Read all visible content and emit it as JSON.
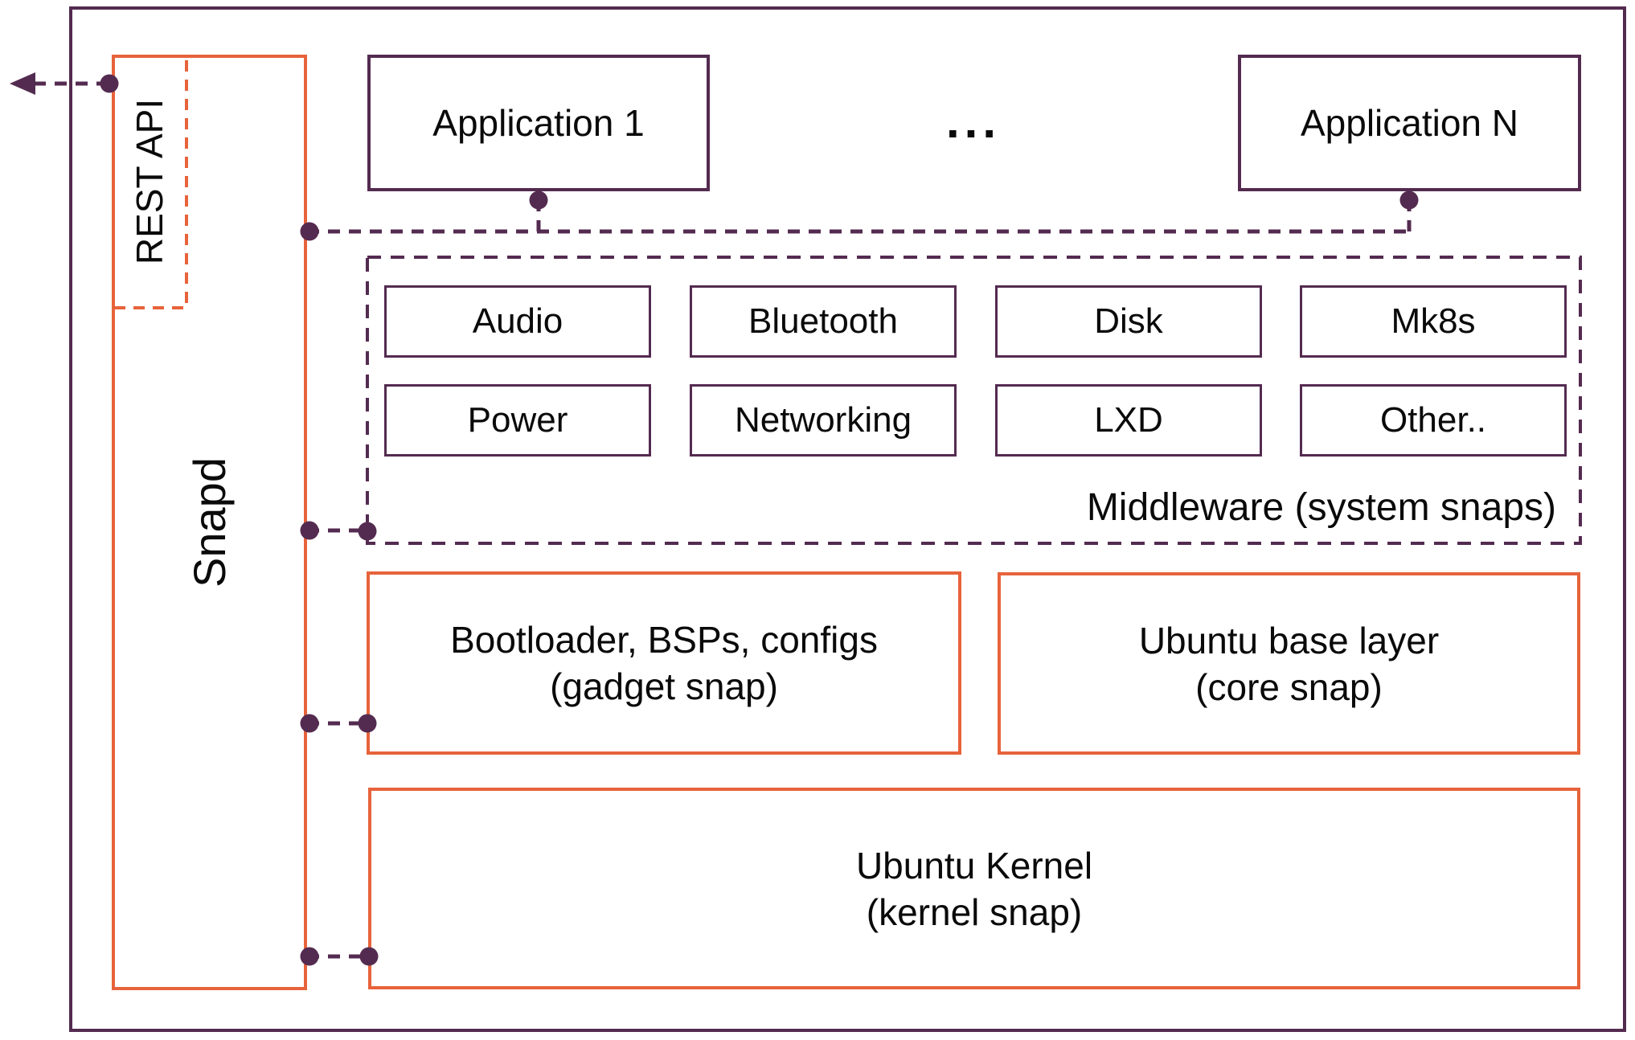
{
  "colors": {
    "purple": "#542B50",
    "orange": "#E7633B",
    "text": "#0A0A0A",
    "bg": "#FFFFFF"
  },
  "snapd": {
    "label": "Snapd",
    "rest_api_label": "REST API"
  },
  "applications": {
    "first": "Application 1",
    "ellipsis": "...",
    "last": "Application N"
  },
  "middleware": {
    "label": "Middleware (system snaps)",
    "row1": [
      "Audio",
      "Bluetooth",
      "Disk",
      "Mk8s"
    ],
    "row2": [
      "Power",
      "Networking",
      "LXD",
      "Other.."
    ]
  },
  "gadget": {
    "line1": "Bootloader, BSPs, configs",
    "line2": "(gadget snap)"
  },
  "core": {
    "line1": "Ubuntu base layer",
    "line2": "(core snap)"
  },
  "kernel": {
    "line1": "Ubuntu Kernel",
    "line2": "(kernel snap)"
  },
  "icons": {
    "arrow": "arrow-left"
  }
}
